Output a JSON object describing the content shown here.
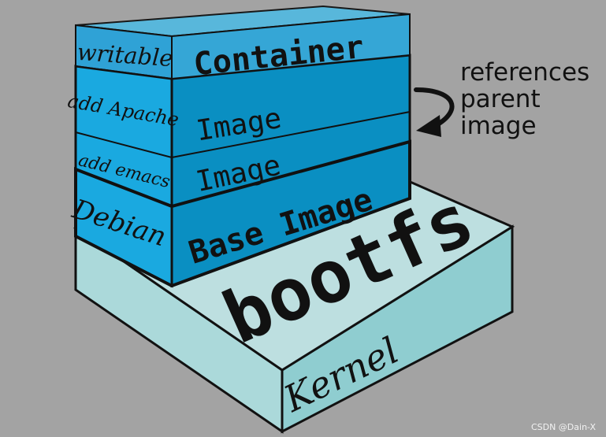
{
  "layers": {
    "container": {
      "side_label": "writable",
      "front_label": "Container"
    },
    "apache": {
      "side_label": "add Apache",
      "front_label": "Image"
    },
    "emacs": {
      "side_label": "add emacs",
      "front_label": "Image"
    },
    "debian": {
      "side_label": "Debian",
      "front_label": "Base Image"
    },
    "bootfs": {
      "top_label": "bootfs",
      "front_label": "Kernel"
    }
  },
  "annotation": {
    "line1": "references",
    "line2": "parent",
    "line3": "image"
  },
  "watermark": "CSDN @Dain-X",
  "colors": {
    "background": "#a3a3a3",
    "container_glass": "#35a6d6",
    "layer_front": "#0a8fc2",
    "layer_side": "#1aa9e0",
    "kernel_top": "#bddfe0",
    "kernel_front": "#8fcdd0",
    "kernel_side": "#abd9da",
    "outline": "#111111"
  }
}
